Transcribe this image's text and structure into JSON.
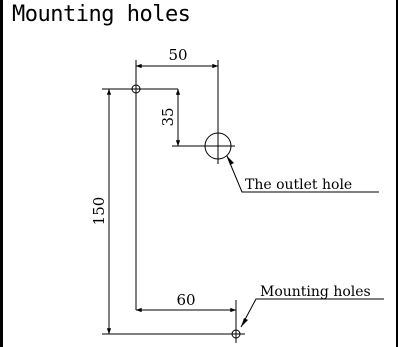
{
  "title": "Mounting holes",
  "dimensions": {
    "top_horizontal": "50",
    "vertical_short": "35",
    "vertical_total": "150",
    "bottom_horizontal": "60"
  },
  "labels": {
    "outlet_hole": "The outlet hole",
    "mounting_holes": "Mounting holes"
  }
}
